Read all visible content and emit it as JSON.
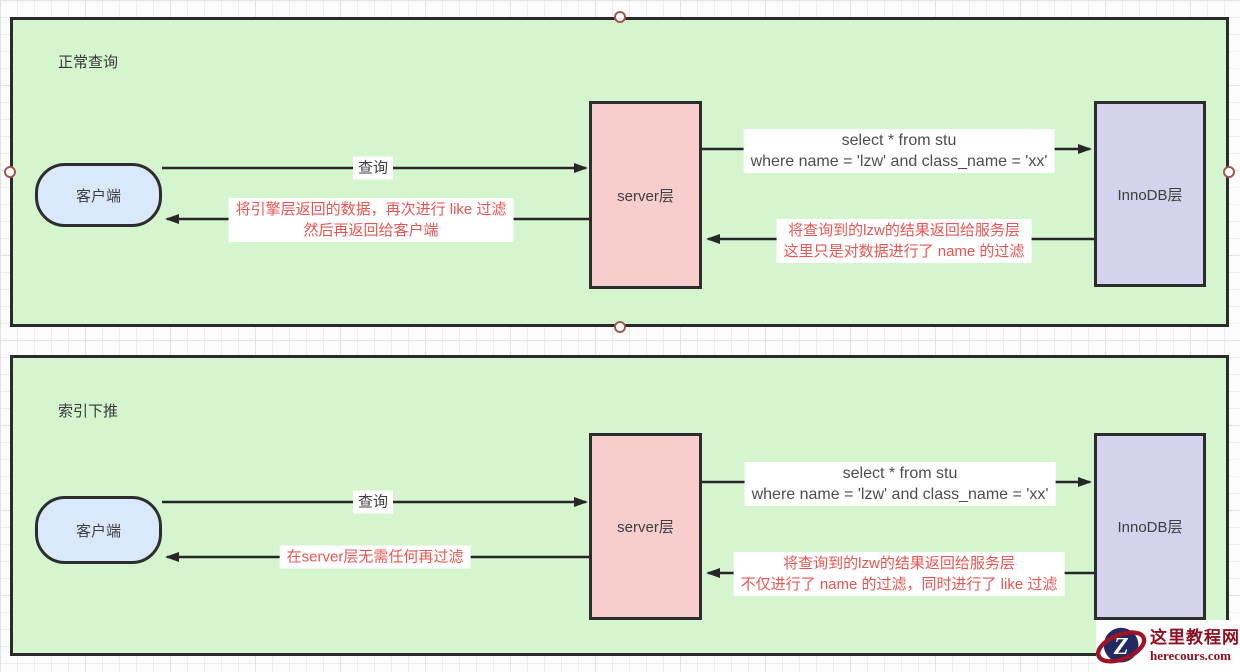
{
  "panels": [
    {
      "title": "正常查询",
      "client_label": "客户端",
      "server_label": "server层",
      "innodb_label": "InnoDB层",
      "query_label": "查询",
      "sql_line1": "select * from stu",
      "sql_line2": "where name = 'lzw' and class_name = 'xx'",
      "return_to_client_line1": "将引擎层返回的数据，再次进行 like 过滤",
      "return_to_client_line2": "然后再返回给客户端",
      "return_to_server_line1": "将查询到的lzw的结果返回给服务层",
      "return_to_server_line2": "这里只是对数据进行了 name 的过滤"
    },
    {
      "title": "索引下推",
      "client_label": "客户端",
      "server_label": "server层",
      "innodb_label": "InnoDB层",
      "query_label": "查询",
      "sql_line1": "select * from stu",
      "sql_line2": "where name = 'lzw' and class_name = 'xx'",
      "return_to_client_line1": "在server层无需任何再过滤",
      "return_to_server_line1": "将查询到的lzw的结果返回给服务层",
      "return_to_server_line2": "不仅进行了 name 的过滤，同时进行了 like 过滤"
    }
  ],
  "watermark": {
    "site_name": "这里教程网",
    "site_url": "herecours.com",
    "logo_letter": "Z"
  },
  "colors": {
    "panel-green": "#d5f5cf",
    "client-blue": "#dae8fc",
    "server-pink": "#f8cecc",
    "innodb-lavender": "#d4d2ec",
    "red-text": "#e85550",
    "wm-navy": "#232a63",
    "wm-maroon": "#8c1022"
  }
}
